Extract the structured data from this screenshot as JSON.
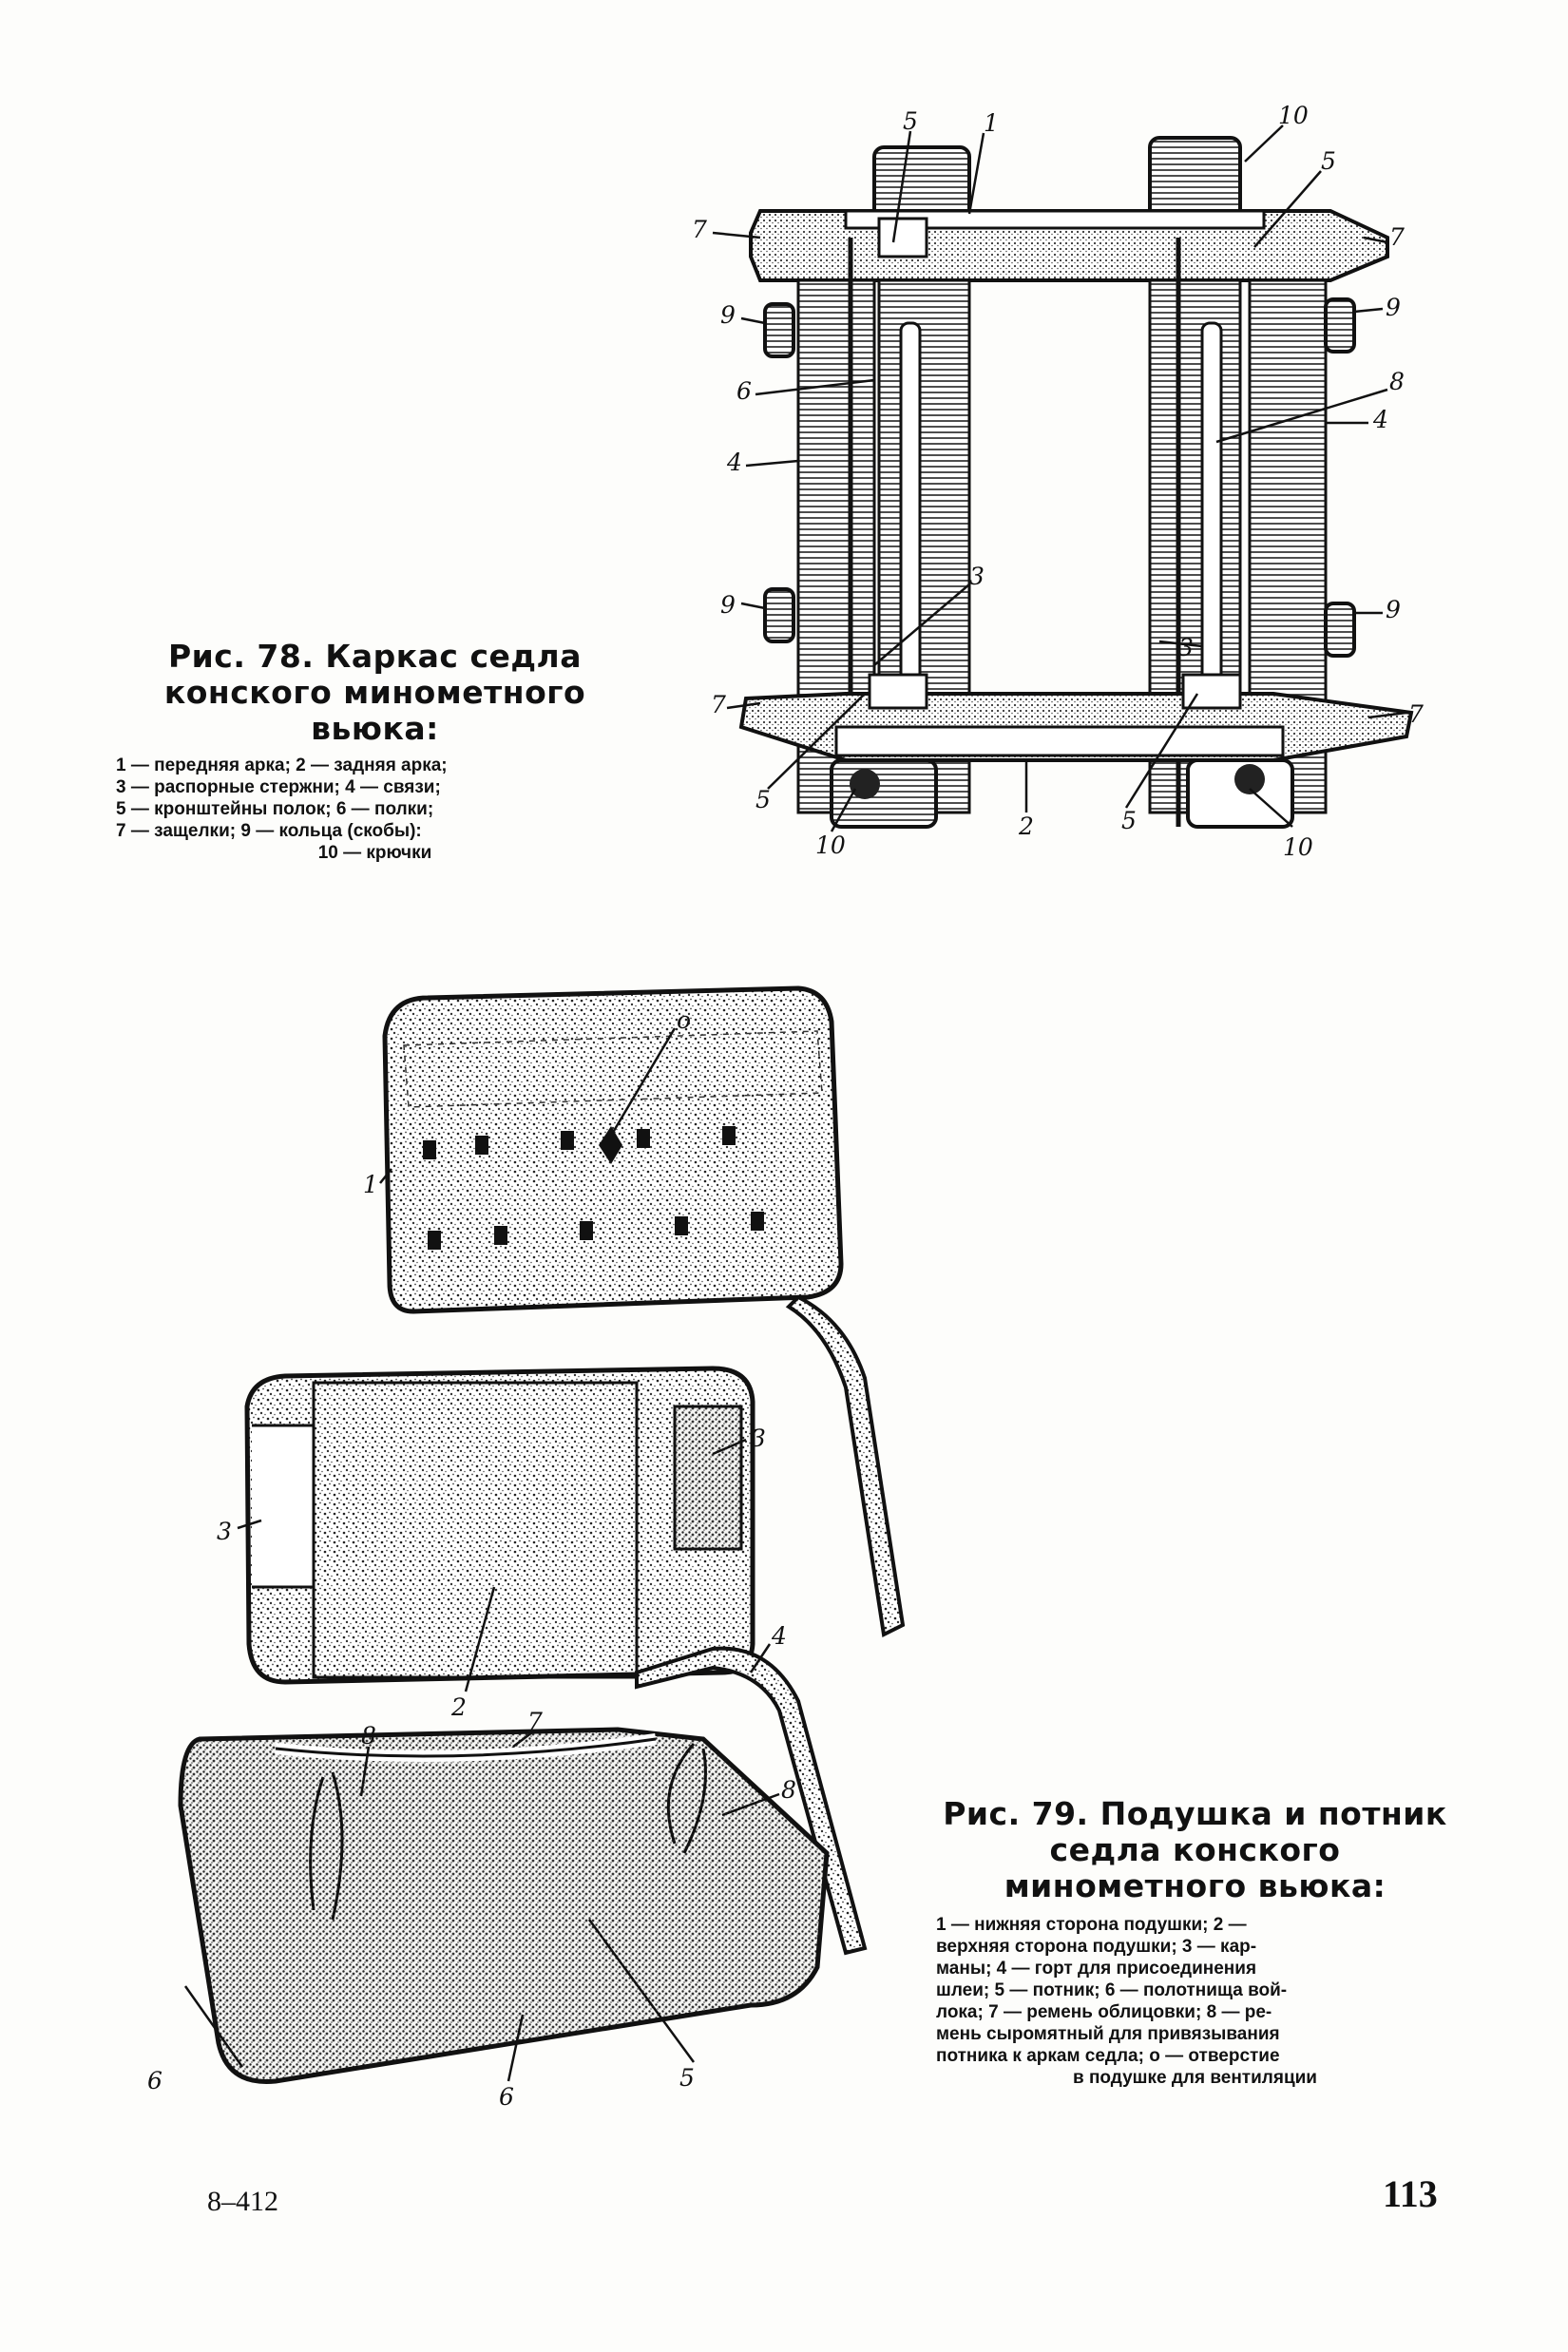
{
  "figure78": {
    "title_prefix": "Рис. 78.",
    "title_rest": "Каркас седла конского минометного вьюка:",
    "legend_lines": [
      "1 — передняя арка; 2 — задняя арка;",
      "3 — распорные стержни; 4 — связи;",
      "5 — кронштейны полок; 6 — полки;",
      "7 — защелки; 9 — кольца (скобы):",
      "10 — крючки"
    ],
    "callouts": [
      "1",
      "2",
      "3",
      "4",
      "5",
      "6",
      "7",
      "8",
      "9",
      "10"
    ]
  },
  "figure79": {
    "title_prefix": "Рис. 79.",
    "title_rest": "Подушка и потник седла конского минометного вьюка:",
    "legend_lines": [
      "1 — нижняя сторона подушки; 2 —",
      "верхняя сторона подушки; 3 — кар-",
      "маны; 4 — горт для присоединения",
      "шлеи; 5 — потник; 6 — полотнища вой-",
      "лока; 7 — ремень облицовки; 8 — ре-",
      "мень сыромятный для привязывания",
      "потника к аркам седла; о — отверстие",
      "в подушке для вентиляции"
    ],
    "callouts": [
      "о",
      "1",
      "2",
      "3",
      "4",
      "5",
      "6",
      "7",
      "8"
    ]
  },
  "footer": {
    "signature_mark": "8–412",
    "page_number": "113"
  },
  "colors": {
    "ink": "#111111",
    "paper": "#fdfdfb",
    "shade": "#555555"
  }
}
